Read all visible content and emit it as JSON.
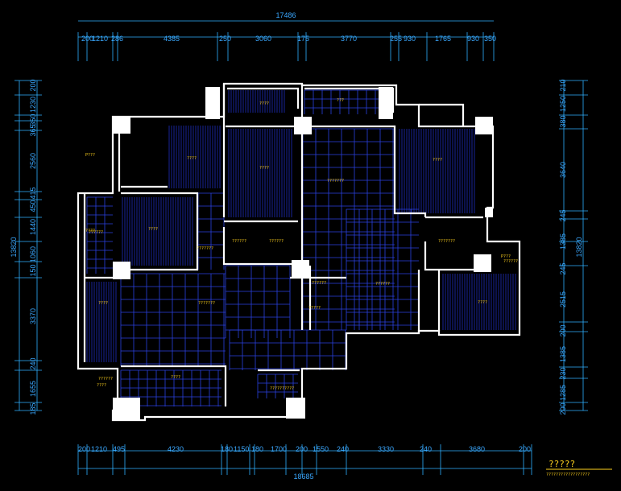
{
  "drawing": {
    "top_total": "17486",
    "bottom_total": "18685",
    "left_total": "13820",
    "right_total": "13820",
    "title": "?????",
    "subtitle": "??????????????????"
  },
  "top_dims": [
    "200",
    "1210",
    "286",
    "4385",
    "250",
    "3060",
    "175",
    "3770",
    "255",
    "930",
    "1765",
    "930",
    "350"
  ],
  "bottom_dims": [
    "200",
    "1210",
    "495",
    "4230",
    "180",
    "1150",
    "180",
    "1700",
    "200",
    "1550",
    "240",
    "3330",
    "240",
    "3680",
    "200"
  ],
  "left_dims": [
    "200",
    "1230",
    "350",
    "365",
    "2560",
    "415",
    "450",
    "1440",
    "1060",
    "150",
    "3370",
    "240",
    "1655",
    "185"
  ],
  "right_dims": [
    "210",
    "1250",
    "380",
    "3640",
    "245",
    "1385",
    "245",
    "2515",
    "200",
    "1385",
    "230",
    "1285",
    "200"
  ],
  "room_labels": [
    "????",
    "P???",
    "????",
    "????",
    "????",
    "???",
    "???????",
    "????",
    "????",
    "???????",
    "??????",
    "??????",
    "???????",
    "??????",
    "????",
    "???????",
    "P???",
    "?????",
    "??????",
    "????",
    "??????",
    "????",
    "??????????",
    "??????",
    "??????",
    "????"
  ]
}
